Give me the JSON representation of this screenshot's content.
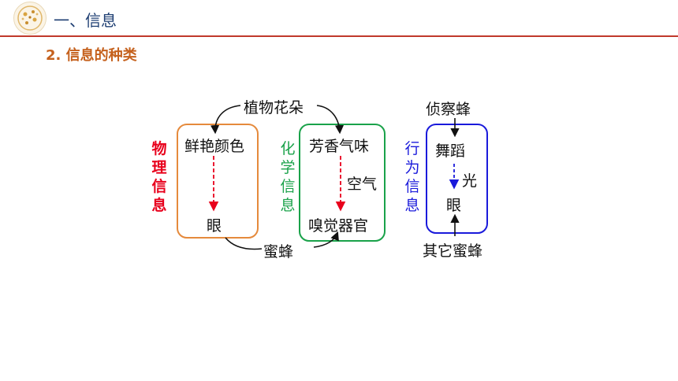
{
  "header": {
    "title": "一、信息",
    "subtitle": "2.  信息的种类"
  },
  "diagram": {
    "plant": "植物花朵",
    "bee": "蜜蜂",
    "physical": {
      "label": [
        "物",
        "理",
        "信",
        "息"
      ],
      "color": "#e8001c",
      "source": "鲜艳颜色",
      "target": "眼",
      "box_color": "#e58a3c"
    },
    "chemical": {
      "label": [
        "化",
        "学",
        "信",
        "息"
      ],
      "color": "#1aa24a",
      "source": "芳香气味",
      "medium": "空气",
      "target": "嗅觉器官",
      "box_color": "#1aa24a"
    },
    "behavior": {
      "label": [
        "行",
        "为",
        "信",
        "息"
      ],
      "color": "#1a1adb",
      "scout": "侦察蜂",
      "source": "舞蹈",
      "medium": "光",
      "target": "眼",
      "other": "其它蜜蜂",
      "box_color": "#1a1adb"
    }
  }
}
